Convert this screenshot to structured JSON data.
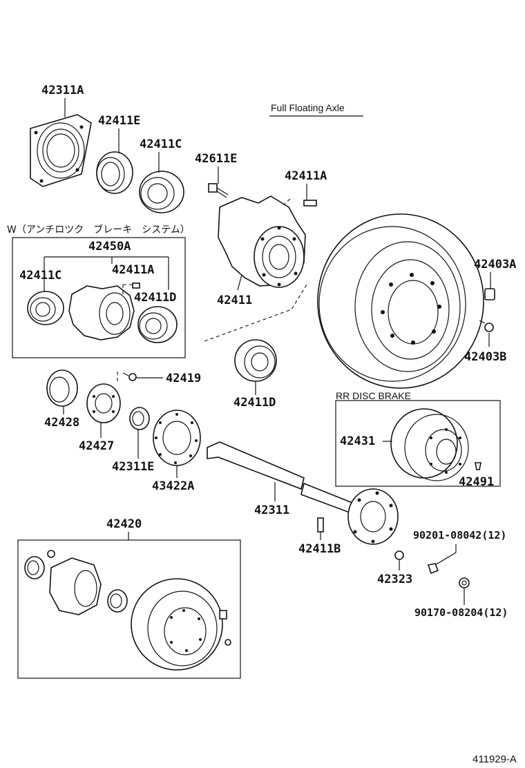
{
  "header": {
    "axle_type": "Full Floating Axle",
    "abs_group": "W（アンチロツク　ブレーキ　システム）",
    "disc_group": "RR DISC BRAKE"
  },
  "parts": {
    "p42311A": "42311A",
    "p42411E": "42411E",
    "p42411C_top": "42411C",
    "p42611E": "42611E",
    "p42411A_top": "42411A",
    "p42450A": "42450A",
    "p42411C_box": "42411C",
    "p42411A_box": "42411A",
    "p42411D_box": "42411D",
    "p42411": "42411",
    "p42403A": "42403A",
    "p42403B": "42403B",
    "p42419": "42419",
    "p42411D": "42411D",
    "p42428": "42428",
    "p42427": "42427",
    "p42311E": "42311E",
    "p43422A": "43422A",
    "p42431": "42431",
    "p42491": "42491",
    "p42311": "42311",
    "p42420": "42420",
    "p42411B": "42411B",
    "p90201": "90201-08042(12)",
    "p42323": "42323",
    "p90170": "90170-08204(12)"
  },
  "footer": {
    "figure_id": "411929-A"
  }
}
